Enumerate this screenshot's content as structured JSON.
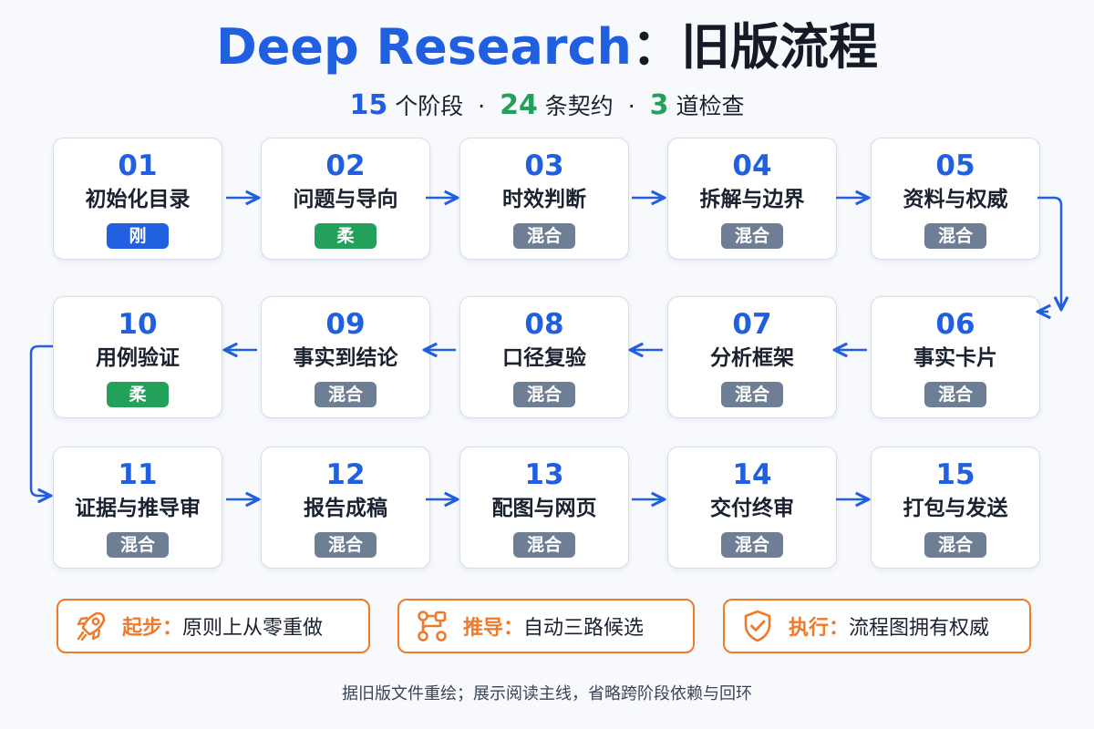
{
  "header": {
    "title_en": "Deep Research",
    "title_sep": "：",
    "title_cn": "旧版流程",
    "stats": [
      {
        "value": "15",
        "unit": "个阶段"
      },
      {
        "value": "24",
        "unit": "条契约"
      },
      {
        "value": "3",
        "unit": "道检查"
      }
    ],
    "separator": "·"
  },
  "stages": [
    {
      "num": "01",
      "label": "初始化目录",
      "tag": "刚",
      "type": "hard"
    },
    {
      "num": "02",
      "label": "问题与导向",
      "tag": "柔",
      "type": "soft"
    },
    {
      "num": "03",
      "label": "时效判断",
      "tag": "混合",
      "type": "mixed"
    },
    {
      "num": "04",
      "label": "拆解与边界",
      "tag": "混合",
      "type": "mixed"
    },
    {
      "num": "05",
      "label": "资料与权威",
      "tag": "混合",
      "type": "mixed"
    },
    {
      "num": "06",
      "label": "事实卡片",
      "tag": "混合",
      "type": "mixed"
    },
    {
      "num": "07",
      "label": "分析框架",
      "tag": "混合",
      "type": "mixed"
    },
    {
      "num": "08",
      "label": "口径复验",
      "tag": "混合",
      "type": "mixed"
    },
    {
      "num": "09",
      "label": "事实到结论",
      "tag": "混合",
      "type": "mixed"
    },
    {
      "num": "10",
      "label": "用例验证",
      "tag": "柔",
      "type": "soft"
    },
    {
      "num": "11",
      "label": "证据与推导审",
      "tag": "混合",
      "type": "mixed"
    },
    {
      "num": "12",
      "label": "报告成稿",
      "tag": "混合",
      "type": "mixed"
    },
    {
      "num": "13",
      "label": "配图与网页",
      "tag": "混合",
      "type": "mixed"
    },
    {
      "num": "14",
      "label": "交付终审",
      "tag": "混合",
      "type": "mixed"
    },
    {
      "num": "15",
      "label": "打包与发送",
      "tag": "混合",
      "type": "mixed"
    }
  ],
  "principles": [
    {
      "key": "起步",
      "sep": "：",
      "text": "原则上从零重做",
      "icon": "rocket-icon"
    },
    {
      "key": "推导",
      "sep": "：",
      "text": "自动三路候选",
      "icon": "flow-branch-icon"
    },
    {
      "key": "执行",
      "sep": "：",
      "text": "流程图拥有权威",
      "icon": "shield-check-icon"
    }
  ],
  "footnote": "据旧版文件重绘；展示阅读主线，省略跨阶段依赖与回环",
  "colors": {
    "primary_blue": "#1f5fe0",
    "soft_green": "#23a05a",
    "mixed_gray": "#6e7f95",
    "accent_orange": "#f07a2a"
  }
}
